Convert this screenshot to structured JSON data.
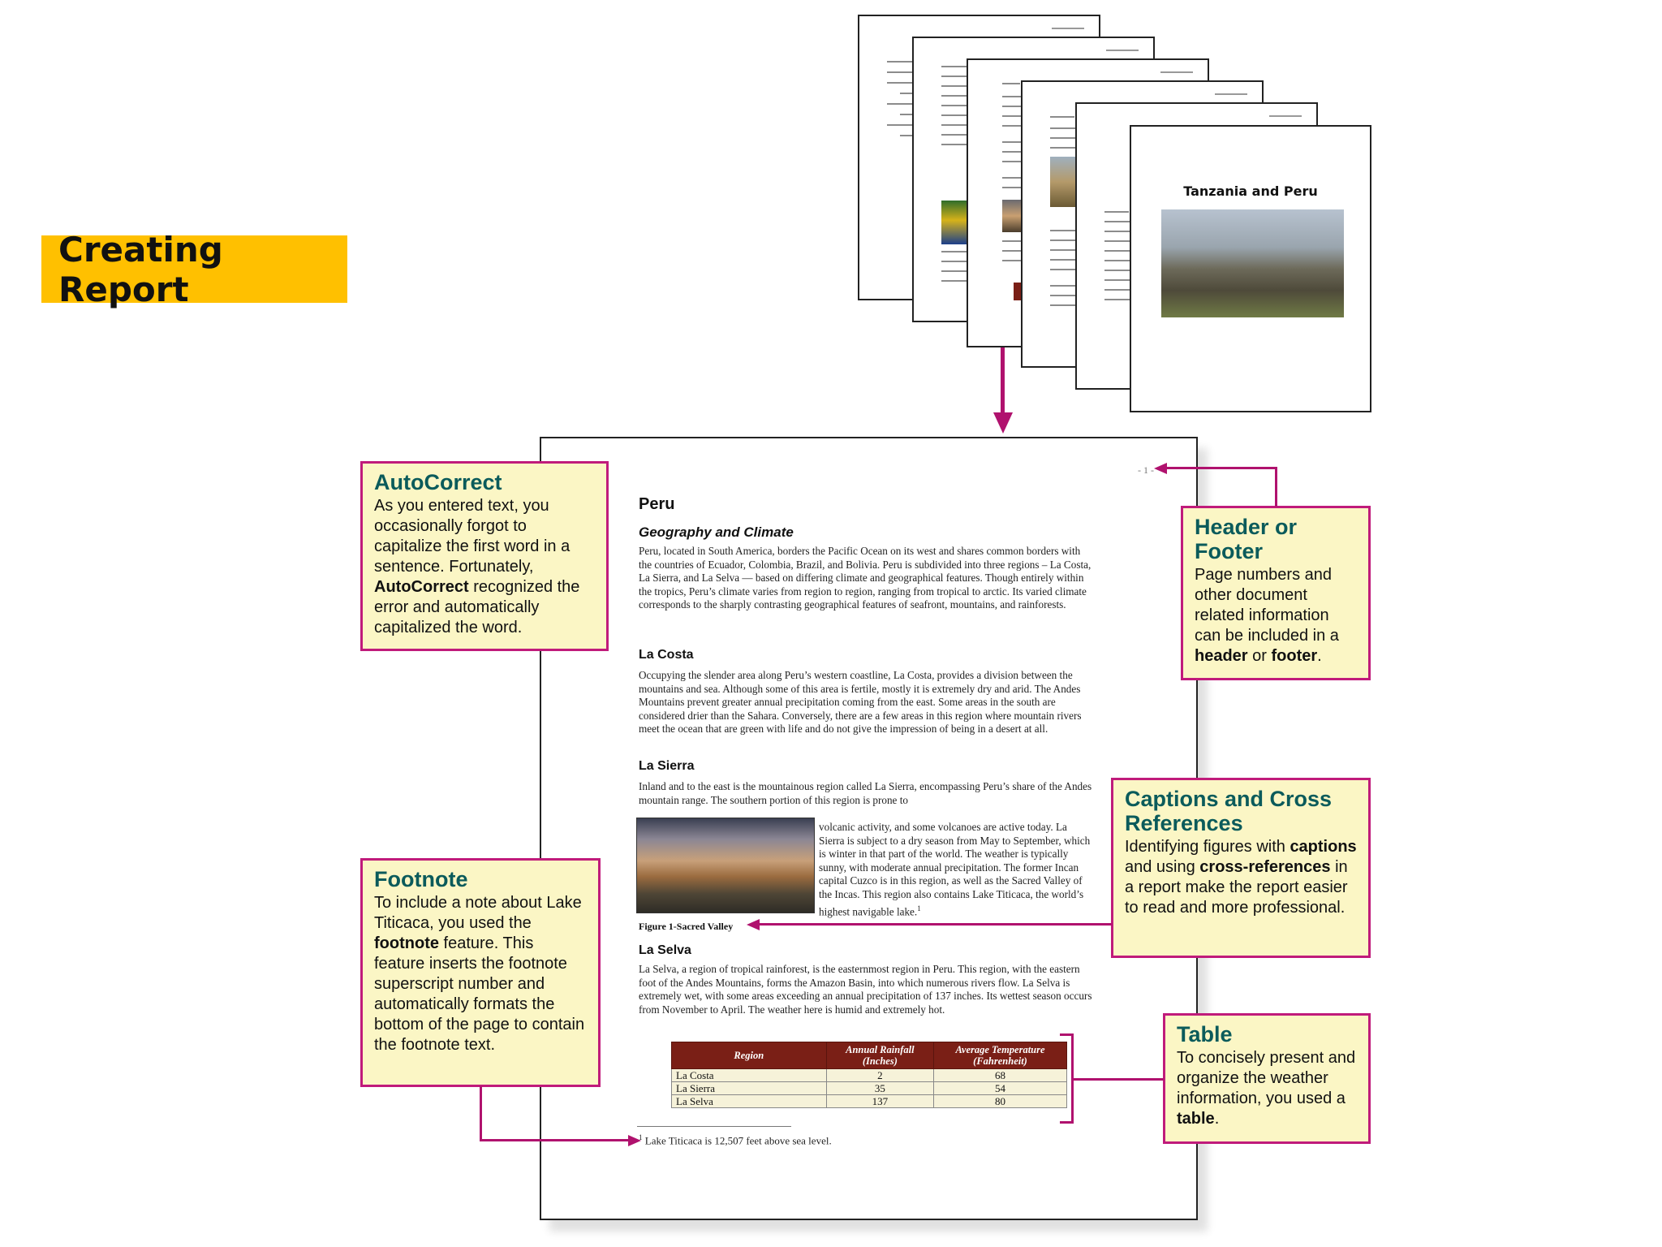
{
  "slide_title": "Creating Report",
  "thumbnails": {
    "cover_title": "Tanzania and Peru"
  },
  "document": {
    "page_number": "- 1 -",
    "heading": "Peru",
    "subheading": "Geography and Climate",
    "intro": "Peru, located in South America, borders the Pacific Ocean on its west and shares common borders with the countries of Ecuador, Colombia, Brazil, and Bolivia. Peru is subdivided into three regions – La Costa, La Sierra, and La Selva — based on differing climate and geographical features. Though entirely within the tropics, Peru’s climate varies from region to region, ranging from tropical to arctic. Its varied climate corresponds to the sharply contrasting geographical features of seafront, mountains, and rainforests.",
    "costa_heading": "La Costa",
    "costa_text": "Occupying the slender area along Peru’s western coastline, La Costa, provides a division between the mountains and sea. Although some of this area is fertile, mostly it is extremely dry and arid. The Andes Mountains prevent greater annual precipitation coming from the east. Some areas in the south are considered drier than the Sahara. Conversely, there are a few areas in this region where mountain rivers meet the ocean that are green with life and do not give the impression of being in a desert at all.",
    "sierra_heading": "La Sierra",
    "sierra_text_1": "Inland and to the east is the mountainous region called La Sierra, encompassing Peru’s share of the Andes mountain range. The southern portion of this region is prone to",
    "sierra_text_2": "volcanic activity, and some volcanoes are active today. La Sierra is subject to a dry season from May to September, which is winter in that part of the world. The weather is typically sunny, with moderate annual precipitation. The former Incan capital Cuzco is in this region, as well as the Sacred Valley of the Incas. This region also contains Lake Titicaca, the world’s highest navigable lake.",
    "footnote_ref": "1",
    "figure_caption": "Figure 1-Sacred Valley",
    "selva_heading": "La Selva",
    "selva_text": "La Selva, a region of tropical rainforest, is the easternmost region in Peru. This region, with the eastern foot of the Andes Mountains, forms the Amazon Basin, into which numerous rivers flow. La Selva is extremely wet, with some areas exceeding an annual precipitation of 137 inches. Its wettest season occurs from November to April. The weather here is humid and extremely hot.",
    "table": {
      "headers": [
        "Region",
        "Annual Rainfall (Inches)",
        "Average Temperature (Fahrenheit)"
      ],
      "rows": [
        [
          "La Costa",
          "2",
          "68"
        ],
        [
          "La Sierra",
          "35",
          "54"
        ],
        [
          "La Selva",
          "137",
          "80"
        ]
      ]
    },
    "footnote_num": "1",
    "footnote_text": " Lake Titicaca is 12,507 feet above sea level."
  },
  "callouts": {
    "autocorrect": {
      "title": "AutoCorrect",
      "body_1": "As you entered text, you occasionally forgot to capitalize the first word in a sentence. Fortunately, ",
      "bold_1": "AutoCorrect",
      "body_2": " recognized the error and automatically capitalized the word."
    },
    "header_footer": {
      "title": "Header or Footer",
      "body_1": "Page numbers and other document related information can be included in a ",
      "bold_1": "header",
      "body_2": " or ",
      "bold_2": "footer",
      "body_3": "."
    },
    "captions": {
      "title": "Captions and Cross References",
      "body_1": "Identifying figures with ",
      "bold_1": "captions",
      "body_2": " and using ",
      "bold_2": "cross-references",
      "body_3": " in a report make the report easier to read and more professional."
    },
    "footnote": {
      "title": "Footnote",
      "body_1": "To include a note about Lake Titicaca, you used the ",
      "bold_1": "footnote",
      "body_2": " feature. This feature inserts the footnote superscript number and automatically formats the bottom of the page to contain the footnote text."
    },
    "table": {
      "title": "Table",
      "body_1": "To concisely present and organize the weather information, you used a ",
      "bold_1": "table",
      "body_2": "."
    }
  },
  "colors": {
    "badge": "#ffc000",
    "callout_border": "#c01b7b",
    "callout_fill": "#fbf6c5",
    "callout_title": "#0b5b5b",
    "table_header": "#7a1f16"
  }
}
